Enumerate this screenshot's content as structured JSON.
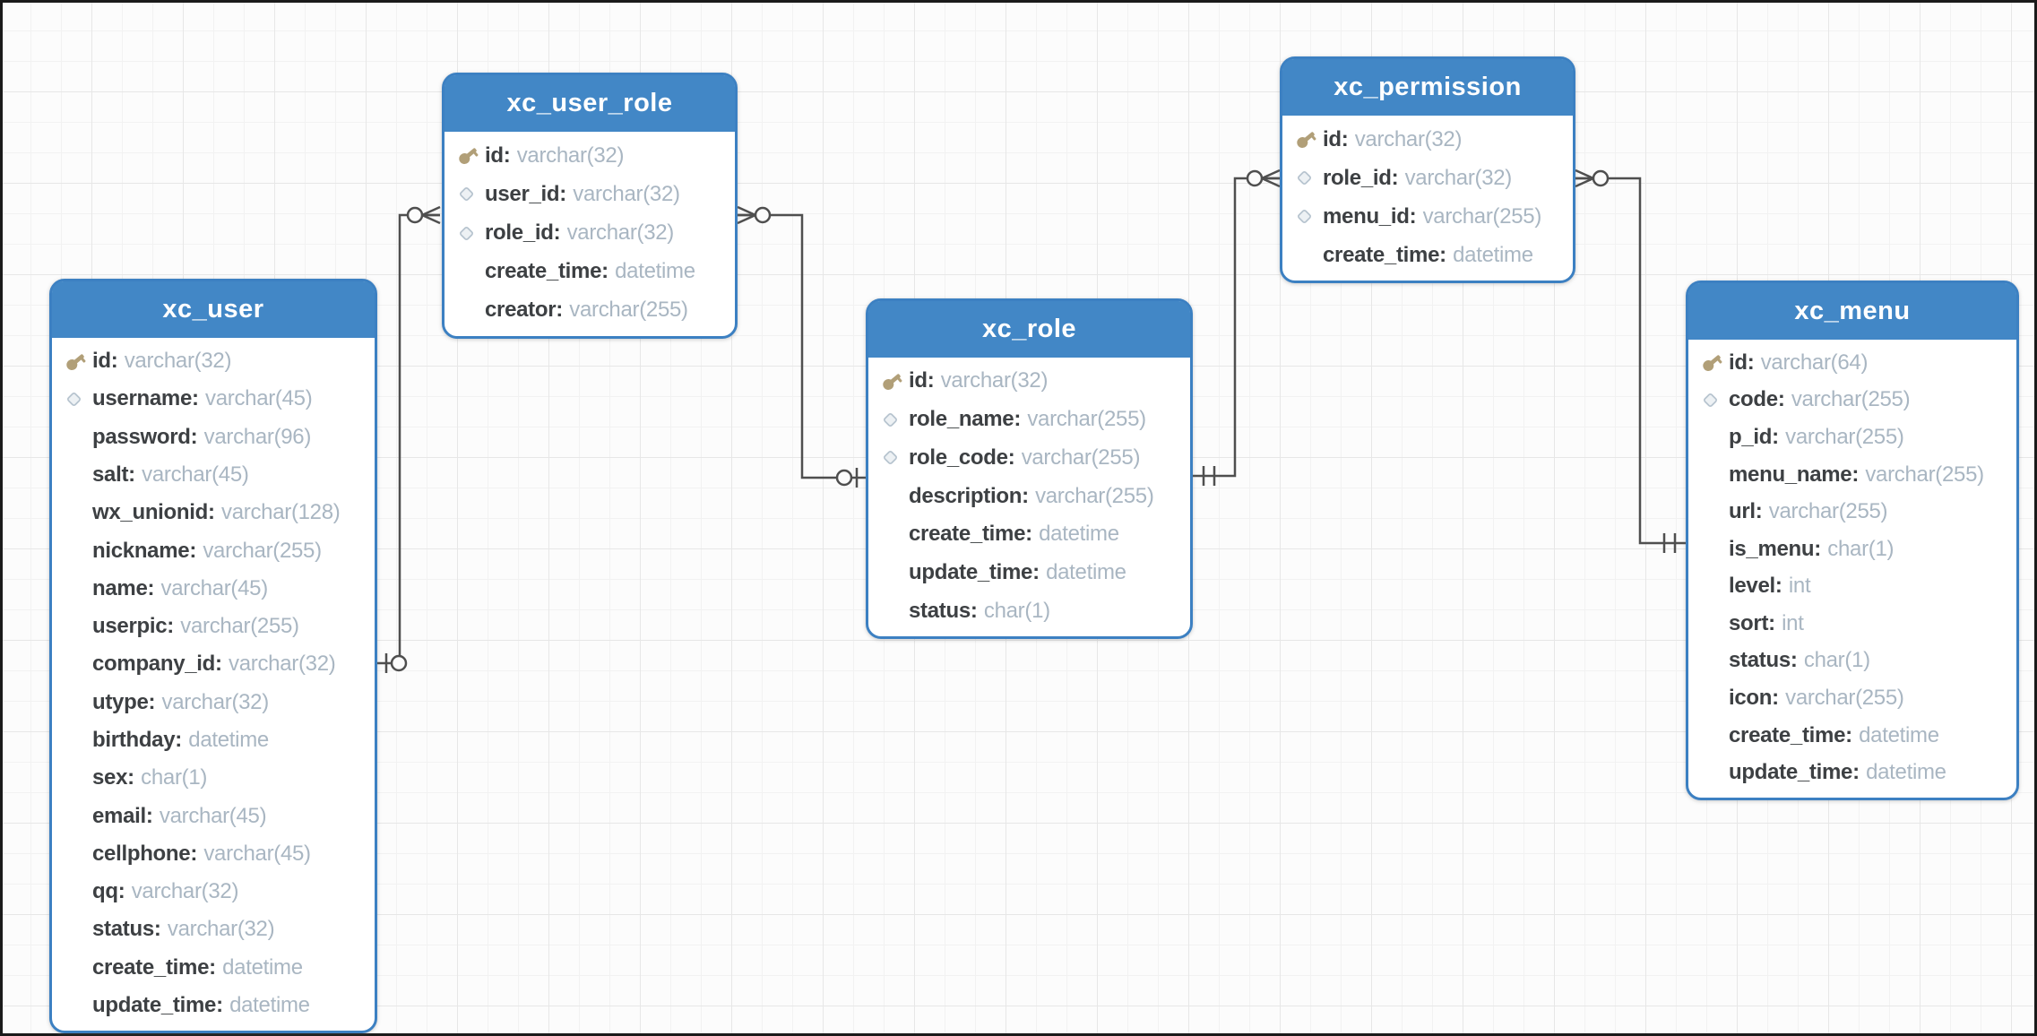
{
  "canvas": {
    "background": "#fcfcfc",
    "grid_minor_color": "#f2f2f2",
    "grid_major_color": "#e7e7e7",
    "border_color": "#1a1a1a"
  },
  "colors": {
    "table_header_bg": "#4287c6",
    "table_border": "#3c80c2",
    "table_body_bg": "#ffffff",
    "title_text": "#ffffff",
    "field_name_text": "#3d4043",
    "field_type_text": "#a9b6c2",
    "connector": "#4f4f4f",
    "key_icon": "#b19f78",
    "diamond_icon_stroke": "#b7c4cf",
    "diamond_icon_fill": "#edf1f4"
  },
  "tables": [
    {
      "name": "xc_user",
      "fields": [
        {
          "icon": "key-icon",
          "name": "id",
          "type": "varchar(32)"
        },
        {
          "icon": "diamond-icon",
          "name": "username",
          "type": "varchar(45)"
        },
        {
          "icon": "",
          "name": "password",
          "type": "varchar(96)"
        },
        {
          "icon": "",
          "name": "salt",
          "type": "varchar(45)"
        },
        {
          "icon": "",
          "name": "wx_unionid",
          "type": "varchar(128)"
        },
        {
          "icon": "",
          "name": "nickname",
          "type": "varchar(255)"
        },
        {
          "icon": "",
          "name": "name",
          "type": "varchar(45)"
        },
        {
          "icon": "",
          "name": "userpic",
          "type": "varchar(255)"
        },
        {
          "icon": "",
          "name": "company_id",
          "type": "varchar(32)"
        },
        {
          "icon": "",
          "name": "utype",
          "type": "varchar(32)"
        },
        {
          "icon": "",
          "name": "birthday",
          "type": "datetime"
        },
        {
          "icon": "",
          "name": "sex",
          "type": "char(1)"
        },
        {
          "icon": "",
          "name": "email",
          "type": "varchar(45)"
        },
        {
          "icon": "",
          "name": "cellphone",
          "type": "varchar(45)"
        },
        {
          "icon": "",
          "name": "qq",
          "type": "varchar(32)"
        },
        {
          "icon": "",
          "name": "status",
          "type": "varchar(32)"
        },
        {
          "icon": "",
          "name": "create_time",
          "type": "datetime"
        },
        {
          "icon": "",
          "name": "update_time",
          "type": "datetime"
        }
      ]
    },
    {
      "name": "xc_user_role",
      "fields": [
        {
          "icon": "key-icon",
          "name": "id",
          "type": "varchar(32)"
        },
        {
          "icon": "diamond-icon",
          "name": "user_id",
          "type": "varchar(32)"
        },
        {
          "icon": "diamond-icon",
          "name": "role_id",
          "type": "varchar(32)"
        },
        {
          "icon": "",
          "name": "create_time",
          "type": "datetime"
        },
        {
          "icon": "",
          "name": "creator",
          "type": "varchar(255)"
        }
      ]
    },
    {
      "name": "xc_role",
      "fields": [
        {
          "icon": "key-icon",
          "name": "id",
          "type": "varchar(32)"
        },
        {
          "icon": "diamond-icon",
          "name": "role_name",
          "type": "varchar(255)"
        },
        {
          "icon": "diamond-icon",
          "name": "role_code",
          "type": "varchar(255)"
        },
        {
          "icon": "",
          "name": "description",
          "type": "varchar(255)"
        },
        {
          "icon": "",
          "name": "create_time",
          "type": "datetime"
        },
        {
          "icon": "",
          "name": "update_time",
          "type": "datetime"
        },
        {
          "icon": "",
          "name": "status",
          "type": "char(1)"
        }
      ]
    },
    {
      "name": "xc_permission",
      "fields": [
        {
          "icon": "key-icon",
          "name": "id",
          "type": "varchar(32)"
        },
        {
          "icon": "diamond-icon",
          "name": "role_id",
          "type": "varchar(32)"
        },
        {
          "icon": "diamond-icon",
          "name": "menu_id",
          "type": "varchar(255)"
        },
        {
          "icon": "",
          "name": "create_time",
          "type": "datetime"
        }
      ]
    },
    {
      "name": "xc_menu",
      "fields": [
        {
          "icon": "key-icon",
          "name": "id",
          "type": "varchar(64)"
        },
        {
          "icon": "diamond-icon",
          "name": "code",
          "type": "varchar(255)"
        },
        {
          "icon": "",
          "name": "p_id",
          "type": "varchar(255)"
        },
        {
          "icon": "",
          "name": "menu_name",
          "type": "varchar(255)"
        },
        {
          "icon": "",
          "name": "url",
          "type": "varchar(255)"
        },
        {
          "icon": "",
          "name": "is_menu",
          "type": "char(1)"
        },
        {
          "icon": "",
          "name": "level",
          "type": "int"
        },
        {
          "icon": "",
          "name": "sort",
          "type": "int"
        },
        {
          "icon": "",
          "name": "status",
          "type": "char(1)"
        },
        {
          "icon": "",
          "name": "icon",
          "type": "varchar(255)"
        },
        {
          "icon": "",
          "name": "create_time",
          "type": "datetime"
        },
        {
          "icon": "",
          "name": "update_time",
          "type": "datetime"
        }
      ]
    }
  ],
  "relationships": [
    {
      "from_table": "xc_user_role",
      "from_cardinality": "zero-or-many",
      "to_table": "xc_user",
      "to_cardinality": "zero-or-one"
    },
    {
      "from_table": "xc_user_role",
      "from_cardinality": "zero-or-many",
      "to_table": "xc_role",
      "to_cardinality": "zero-or-one"
    },
    {
      "from_table": "xc_permission",
      "from_cardinality": "zero-or-many",
      "to_table": "xc_role",
      "to_cardinality": "exactly-one"
    },
    {
      "from_table": "xc_permission",
      "from_cardinality": "zero-or-many",
      "to_table": "xc_menu",
      "to_cardinality": "exactly-one"
    }
  ]
}
